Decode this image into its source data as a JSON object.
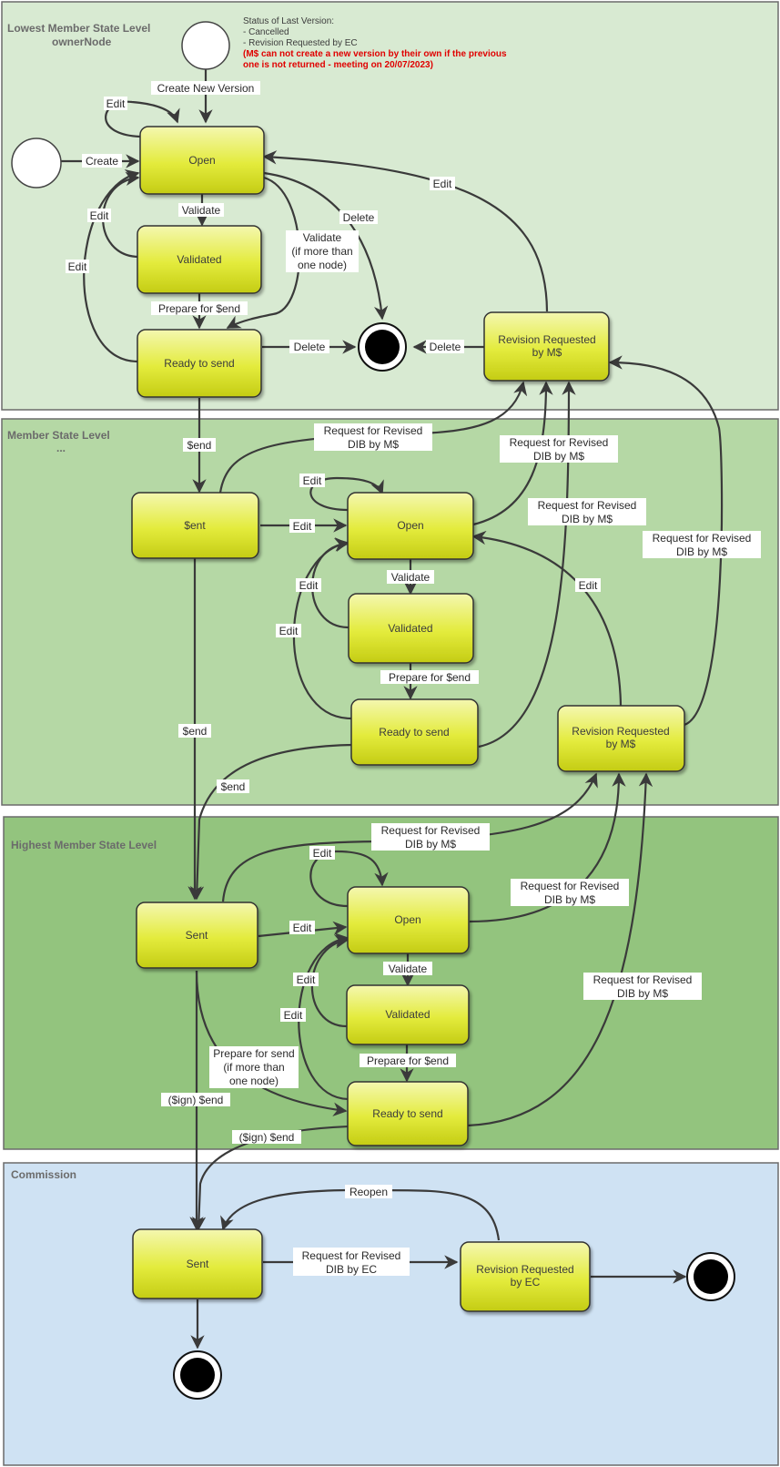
{
  "lanes": {
    "lowest": {
      "title": "Lowest Member State Level",
      "subtitle": "ownerNode",
      "color": "#d8ead2"
    },
    "member": {
      "title": "Member State Level",
      "subtitle": "...",
      "color": "#b5d8a5"
    },
    "highest": {
      "title": "Highest Member State Level",
      "color": "#93c47e"
    },
    "commission": {
      "title": "Commission",
      "color": "#cfe2f3"
    }
  },
  "note": {
    "line1": "Status of Last Version:",
    "line2": "- Cancelled",
    "line3": "- Revision Requested by EC",
    "red1": "(M$ can not create a new version by their own if the previous",
    "red2": "one is not returned - meeting on 20/07/2023)"
  },
  "states": {
    "l_open": "Open",
    "l_validated": "Validated",
    "l_ready": "Ready to send",
    "l_rev1": "Revision Requested",
    "l_rev2": "by M$",
    "m_sent": "$ent",
    "m_open": "Open",
    "m_validated": "Validated",
    "m_ready": "Ready to send",
    "m_rev1": "Revision Requested",
    "m_rev2": "by M$",
    "h_sent": "Sent",
    "h_open": "Open",
    "h_validated": "Validated",
    "h_ready": "Ready to send",
    "c_sent": "Sent",
    "c_rev1": "Revision Requested",
    "c_rev2": "by EC"
  },
  "labels": {
    "create_new_version": "Create New Version",
    "create": "Create",
    "edit": "Edit",
    "validate": "Validate",
    "validate_multi_1": "Validate",
    "validate_multi_2": "(if more than",
    "validate_multi_3": "one node)",
    "prepare_for_send": "Prepare for $end",
    "delete": "Delete",
    "send": "$end",
    "req_ms_1": "Request for Revised",
    "req_ms_2": "DIB  by M$",
    "req_ms_2b": "DIB by M$",
    "prep_multi_1": "Prepare for send",
    "prep_multi_2": "(if more than",
    "prep_multi_3": "one node)",
    "sign_send": "($ign) $end",
    "reopen": "Reopen",
    "req_ec_1": "Request for Revised",
    "req_ec_2": "DIB by EC"
  }
}
